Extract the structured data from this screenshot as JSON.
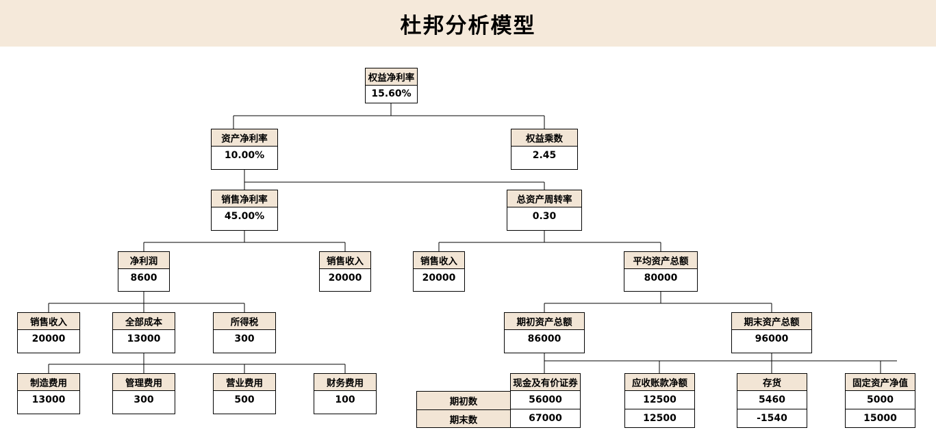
{
  "header": {
    "title": "杜邦分析模型",
    "bg_color": "#f5e9da"
  },
  "theme": {
    "node_header_bg": "#f2e5d5",
    "node_body_bg": "#ffffff",
    "border_color": "#000000",
    "text_color": "#000000"
  },
  "diagram": {
    "type": "tree",
    "nodes": [
      {
        "id": "roe",
        "label": "权益净利率",
        "value": "15.60%"
      },
      {
        "id": "roa",
        "label": "资产净利率",
        "value": "10.00%"
      },
      {
        "id": "equity_mult",
        "label": "权益乘数",
        "value": "2.45"
      },
      {
        "id": "net_margin",
        "label": "销售净利率",
        "value": "45.00%"
      },
      {
        "id": "asset_turnover",
        "label": "总资产周转率",
        "value": "0.30"
      },
      {
        "id": "net_profit",
        "label": "净利润",
        "value": "8600"
      },
      {
        "id": "sales_rev_l",
        "label": "销售收入",
        "value": "20000"
      },
      {
        "id": "sales_rev_r",
        "label": "销售收入",
        "value": "20000"
      },
      {
        "id": "avg_assets",
        "label": "平均资产总额",
        "value": "80000"
      },
      {
        "id": "sales_rev_b",
        "label": "销售收入",
        "value": "20000"
      },
      {
        "id": "total_cost",
        "label": "全部成本",
        "value": "13000"
      },
      {
        "id": "income_tax",
        "label": "所得税",
        "value": "300"
      },
      {
        "id": "begin_assets",
        "label": "期初资产总额",
        "value": "86000"
      },
      {
        "id": "end_assets",
        "label": "期末资产总额",
        "value": "96000"
      },
      {
        "id": "mfg_exp",
        "label": "制造费用",
        "value": "13000"
      },
      {
        "id": "admin_exp",
        "label": "管理费用",
        "value": "300"
      },
      {
        "id": "selling_exp",
        "label": "营业费用",
        "value": "500"
      },
      {
        "id": "finance_exp",
        "label": "财务费用",
        "value": "100"
      }
    ],
    "row_labels": {
      "begin": "期初数",
      "end": "期末数"
    },
    "asset_breakdown": [
      {
        "id": "cash_sec",
        "label": "现金及有价证券",
        "begin": "56000",
        "end": "67000"
      },
      {
        "id": "receivables",
        "label": "应收账款净额",
        "begin": "12500",
        "end": "12500"
      },
      {
        "id": "inventory",
        "label": "存货",
        "begin": "5460",
        "end": "-1540"
      },
      {
        "id": "fixed_assets",
        "label": "固定资产净值",
        "begin": "5000",
        "end": "15000"
      }
    ]
  }
}
